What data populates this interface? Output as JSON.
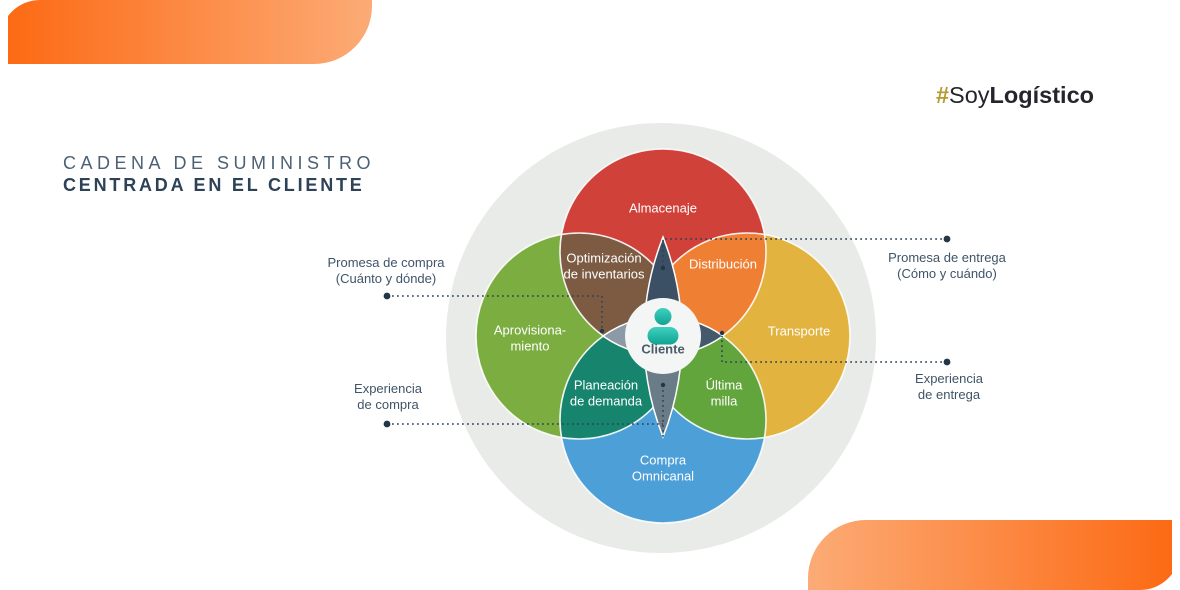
{
  "brand": {
    "hash": "#",
    "name_regular": "Soy",
    "name_bold": "Logístico"
  },
  "title": {
    "line1": "CADENA DE SUMINISTRO",
    "line2": "CENTRADA EN EL CLIENTE"
  },
  "venn": {
    "backdrop_color": "#e9ebe8",
    "center": {
      "label": "Cliente",
      "fill": "#f4f6f5",
      "text_color": "#4b5c69"
    },
    "circles": {
      "almacenaje": {
        "label": "Almacenaje",
        "color": "#d0413a"
      },
      "aprovisionamiento": {
        "line1": "Aprovisiona-",
        "line2": "miento",
        "color": "#7cad40"
      },
      "transporte": {
        "label": "Transporte",
        "color": "#e2b33e"
      },
      "compra_omnicanal": {
        "line1": "Compra",
        "line2": "Omnicanal",
        "color": "#4d9fd8"
      }
    },
    "overlaps": {
      "optimizacion_inventarios": {
        "line1": "Optimización",
        "line2": "de inventarios",
        "color": "#7d5b43"
      },
      "distribucion": {
        "label": "Distribución",
        "color": "#ef7f33"
      },
      "planeacion_demanda": {
        "line1": "Planeación",
        "line2": "de demanda",
        "color": "#17846d"
      },
      "ultima_milla": {
        "line1": "Última",
        "line2": "milla",
        "color": "#63a53d"
      }
    },
    "petals": {
      "top": "#3b5065",
      "right": "#45596c",
      "bottom": "#6b7c89",
      "left": "#8c9aa7"
    }
  },
  "callouts": {
    "promesa_compra": {
      "line1": "Promesa de compra",
      "line2": "(Cuánto y dónde)"
    },
    "experiencia_compra": {
      "line1": "Experiencia",
      "line2": "de compra"
    },
    "promesa_entrega": {
      "line1": "Promesa de entrega",
      "line2": "(Cómo y cuándo)"
    },
    "experiencia_entrega": {
      "line1": "Experiencia",
      "line2": "de entrega"
    }
  },
  "colors": {
    "connector": "#2e4356",
    "connector_dot": "#233646",
    "accent_start": "#fc6a14",
    "accent_end": "#fcab76",
    "person_teal_light": "#3ed0c0",
    "person_teal_dark": "#12a293",
    "brand_gold": "#b49a2f",
    "brand_dark": "#26242c",
    "title_light": "#4d6175",
    "title_dark": "#2d4257",
    "callout_text": "#3f5469"
  }
}
